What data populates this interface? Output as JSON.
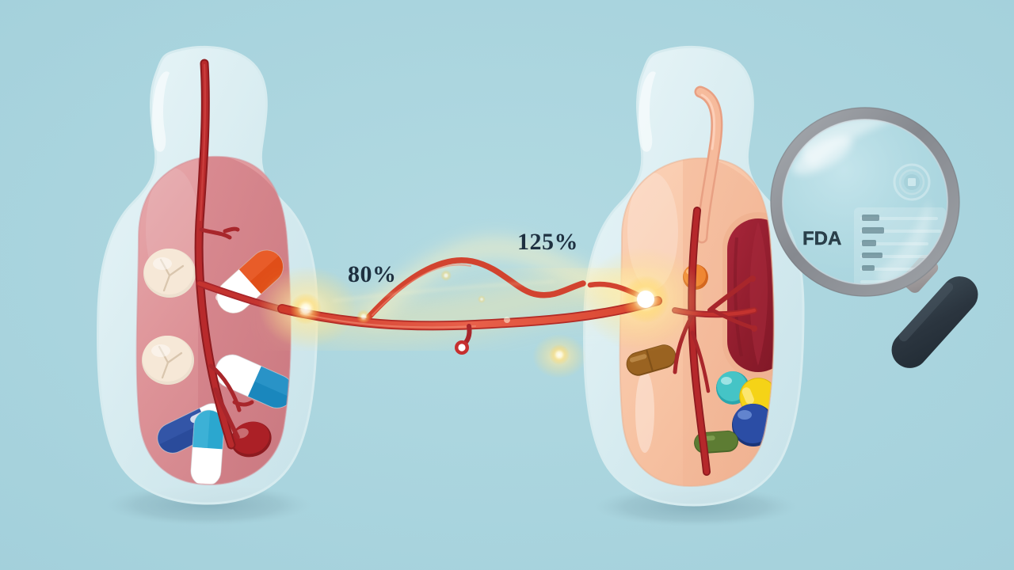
{
  "scene": {
    "title": "Bioequivalence comparison of two stomachs with drug absorption range",
    "background_color": "#a8d4dd",
    "shadow_color": "#86b3bf"
  },
  "labels": {
    "lower_bound": "80%",
    "upper_bound": "125%",
    "regulator": "FDA"
  },
  "colors": {
    "label_text": "#1e3040",
    "vessel_red": "#c0392b",
    "vessel_bright": "#e0584a",
    "glow": "#ffe9a0",
    "left_interior": "#e09ba0",
    "left_interior_deep": "#cf8187",
    "right_interior": "#f8c6a8",
    "right_cavity": "#9e2230",
    "shell": "#e8f4f6",
    "magnifier_rim": "#8e9196",
    "magnifier_handle": "#2e3a45",
    "magnifier_lens": "#b6dbe2"
  },
  "left_stomach": {
    "name": "reference-stomach",
    "interior_label": "reference formulation interior",
    "esophagus_color": "#a8262b",
    "pills": [
      {
        "name": "tablet-cream-upper",
        "type": "round-tablet",
        "color": "#f5e3d0",
        "score": "Y"
      },
      {
        "name": "tablet-cream-lower",
        "type": "round-tablet",
        "color": "#f5e3d0",
        "score": "Y"
      },
      {
        "name": "capsule-orange-white",
        "type": "capsule",
        "color_a": "#e04e18",
        "color_b": "#ffffff"
      },
      {
        "name": "capsule-white-blue",
        "type": "capsule",
        "color_a": "#ffffff",
        "color_b": "#1a87bd"
      },
      {
        "name": "capsule-navy-white",
        "type": "capsule",
        "color_a": "#2a4b9b",
        "color_b": "#ffffff"
      },
      {
        "name": "capsule-cyan-white",
        "type": "capsule",
        "color_a": "#2ba7cf",
        "color_b": "#ffffff"
      },
      {
        "name": "pill-darkred-oval",
        "type": "oval",
        "color": "#a01c22"
      }
    ]
  },
  "right_stomach": {
    "name": "test-stomach",
    "interior_label": "test formulation interior",
    "esophagus_color": "#f0a882",
    "cavity_color": "#9e2230",
    "pills": [
      {
        "name": "dot-orange",
        "type": "round",
        "color": "#ec7f31"
      },
      {
        "name": "capsule-brown",
        "type": "capsule",
        "color": "#9a6321"
      },
      {
        "name": "pill-teal-round",
        "type": "round",
        "color": "#3fc0c3"
      },
      {
        "name": "capsule-yellow",
        "type": "capsule",
        "color": "#f5d317"
      },
      {
        "name": "pill-blue-round",
        "type": "round",
        "color": "#24489c"
      },
      {
        "name": "capsule-green",
        "type": "capsule",
        "color": "#5a7a32"
      }
    ]
  },
  "connector": {
    "name": "bioequivalence-vessel-link",
    "nodes": [
      {
        "name": "glow-node-left",
        "kind": "sparkle"
      },
      {
        "name": "branch-node-ring",
        "kind": "ring"
      },
      {
        "name": "glow-node-right",
        "kind": "bright-orb"
      }
    ]
  },
  "magnifier": {
    "name": "fda-magnifier",
    "document_lines": 6,
    "seal_label": "approval-seal"
  }
}
